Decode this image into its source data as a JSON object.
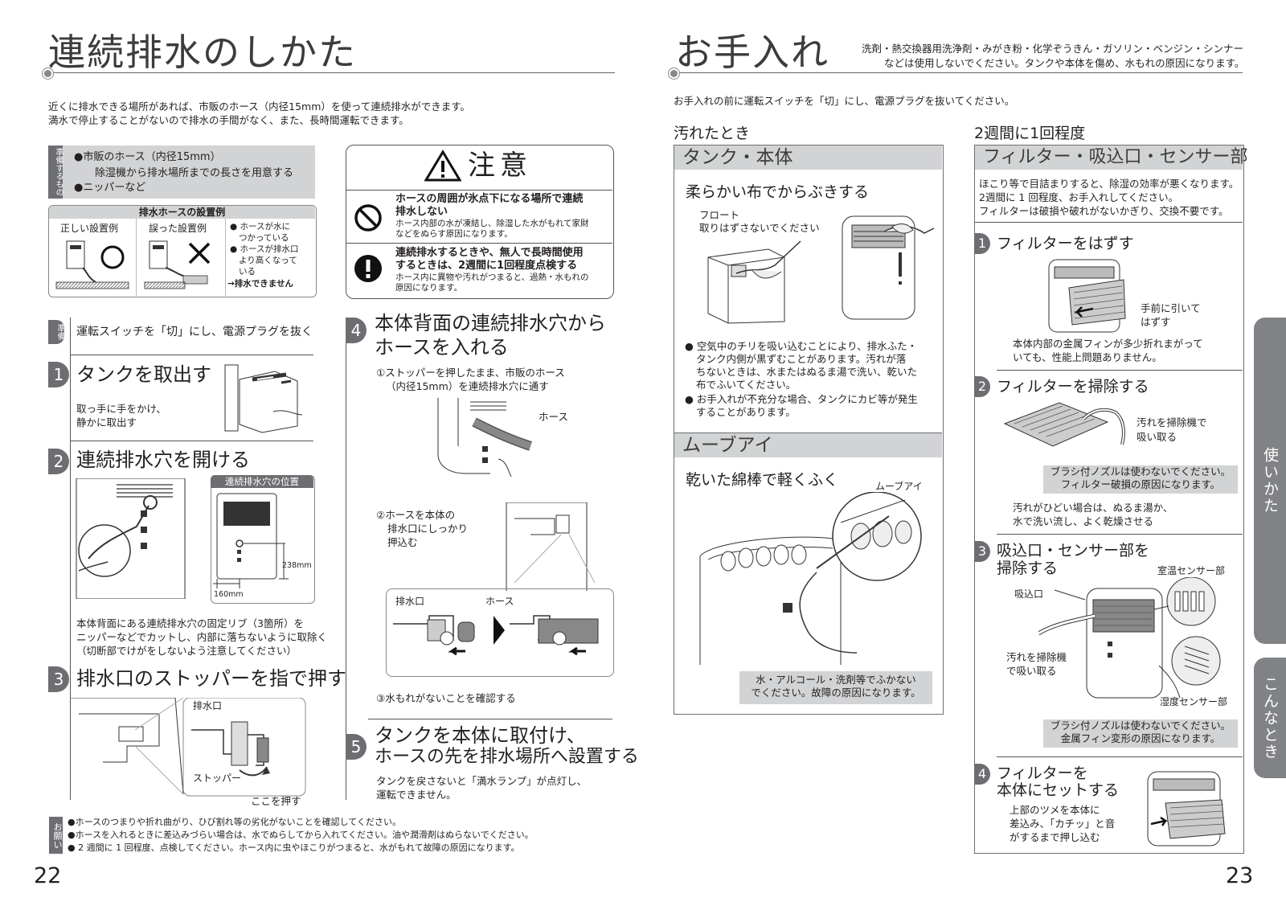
{
  "left": {
    "title": "連続排水のしかた",
    "intro": [
      "近くに排水できる場所があれば、市販のホース（内径15mm）を使って連続排水ができます。",
      "満水で停止することがないので排水の手間がなく、また、長時間運転できます。"
    ],
    "prep": {
      "label": "準備するもの",
      "items": [
        "●市販のホース（内径15mm）",
        "除湿機から排水場所までの長さを用意する",
        "●ニッパーなど"
      ]
    },
    "hose_example": {
      "title": "排水ホースの設置例",
      "correct": "正しい設置例",
      "wrong": "誤った設置例",
      "notes": [
        "● ホースが水に",
        "つかっている",
        "● ホースが排水口",
        "より高くなって",
        "いる",
        "→排水できません"
      ]
    },
    "caution": {
      "title": "注意",
      "item1_title": [
        "ホースの周囲が氷点下になる場所で連続",
        "排水しない"
      ],
      "item1_body": [
        "ホース内部の水が凍結し、除湿した水がもれて家財",
        "などをぬらす原因になります。"
      ],
      "item2_title": [
        "連続排水するときや、無人で長時間使用",
        "するときは、2週間に1回程度点検する"
      ],
      "item2_body": [
        "ホース内に異物や汚れがつまると、過熱・水もれの",
        "原因になります。"
      ]
    },
    "prep_step": {
      "badge": "準備",
      "text": "運転スイッチを「切」にし、電源プラグを抜く"
    },
    "step1": {
      "num": "1",
      "title": "タンクを取出す",
      "body": [
        "取っ手に手をかけ、",
        "静かに取出す"
      ]
    },
    "step2": {
      "num": "2",
      "title": "連続排水穴を開ける",
      "position_label": "連続排水穴の位置",
      "dim_h": "238mm",
      "dim_w": "160mm",
      "body": [
        "本体背面にある連続排水穴の固定リブ（3箇所）を",
        "ニッパーなどでカットし、内部に落ちないように取除く",
        "（切断部でけがをしないよう注意してください）"
      ]
    },
    "step3": {
      "num": "3",
      "title": "排水口のストッパーを指で押す",
      "label_outlet": "排水口",
      "label_stopper": "ストッパー",
      "label_push": "ここを押す"
    },
    "step4": {
      "num": "4",
      "title": [
        "本体背面の連続排水穴から",
        "ホースを入れる"
      ],
      "sub1": [
        "①ストッパーを押したまま、市販のホース",
        "（内径15mm）を連続排水穴に通す"
      ],
      "label_hose": "ホース",
      "sub2": [
        "②ホースを本体の",
        "排水口にしっかり",
        "押込む"
      ],
      "label_outlet": "排水口",
      "label_hose2": "ホース",
      "sub3": "③水もれがないことを確認する"
    },
    "step5": {
      "num": "5",
      "title": [
        "タンクを本体に取付け、",
        "ホースの先を排水場所へ設置する"
      ],
      "body": [
        "タンクを戻さないと「満水ランプ」が点灯し、",
        "運転できません。"
      ]
    },
    "request": {
      "badge": "お願い",
      "items": [
        "●ホースのつまりや折れ曲がり、ひび割れ等の劣化がないことを確認してください。",
        "●ホースを入れるときに差込みづらい場合は、水でぬらしてから入れてください。油や潤滑剤はぬらないでください。",
        "● 2 週間に 1 回程度、点検してください。ホース内に虫やほこりがつまると、水がもれて故障の原因になります。"
      ]
    },
    "page_number": "22"
  },
  "right": {
    "title": "お手入れ",
    "warning": [
      "洗剤・熱交換器用洗浄剤・みがき粉・化学ぞうきん・ガソリン・ベンジン・シンナー",
      "などは使用しないでください。タンクや本体を傷め、水もれの原因になります。"
    ],
    "intro": "お手入れの前に運転スイッチを「切」にし、電源プラグを抜いてください。",
    "dirty": {
      "heading": "汚れたとき",
      "tank_head": "タンク・本体",
      "tank_sub": "柔らかい布でからぶきする",
      "float_label": [
        "フロート",
        "取りはずさないでください"
      ],
      "tank_notes": [
        "● 空気中のチリを吸い込むことにより、排水ふた・",
        "タンク内側が黒ずむことがあります。汚れが落",
        "ちないときは、水またはぬるま湯で洗い、乾いた",
        "布でふいてください。",
        "● お手入れが不充分な場合、タンクにカビ等が発生",
        "することがあります。"
      ],
      "moveeye_head": "ムーブアイ",
      "moveeye_sub": "乾いた綿棒で軽くふく",
      "moveeye_label": "ムーブアイ",
      "moveeye_note": [
        "水・アルコール・洗剤等でふかない",
        "でください。故障の原因になります。"
      ]
    },
    "biweekly": {
      "heading": "2週間に1回程度",
      "head": "フィルター・吸込口・センサー部",
      "intro": [
        "ほこり等で目詰まりすると、除湿の効率が悪くなります。",
        "2週間に 1 回程度、お手入れしてください。",
        "フィルターは破損や破れがないかぎり、交換不要です。"
      ],
      "s1": {
        "num": "1",
        "title": "フィルターをはずす",
        "label": [
          "手前に引いて",
          "はずす"
        ],
        "body": [
          "本体内部の金属フィンが多少折れまがって",
          "いても、性能上問題ありません。"
        ]
      },
      "s2": {
        "num": "2",
        "title": "フィルターを掃除する",
        "label": [
          "汚れを掃除機で",
          "吸い取る"
        ],
        "note": [
          "ブラシ付ノズルは使わないでください。",
          "フィルター破損の原因になります。"
        ],
        "body": [
          "汚れがひどい場合は、ぬるま湯か、",
          "水で洗い流し、よく乾燥させる"
        ]
      },
      "s3": {
        "num": "3",
        "title": [
          "吸込口・センサー部を",
          "掃除する"
        ],
        "label_room": "室温センサー部",
        "label_inlet": "吸込口",
        "label_vac": [
          "汚れを掃除機",
          "で吸い取る"
        ],
        "label_hum": "湿度センサー部",
        "note": [
          "ブラシ付ノズルは使わないでください。",
          "金属フィン変形の原因になります。"
        ]
      },
      "s4": {
        "num": "4",
        "title": [
          "フィルターを",
          "本体にセットする"
        ],
        "body": [
          "上部のツメを本体に",
          "差込み、「カチッ」と音",
          "がするまで押し込む"
        ]
      }
    },
    "tabs": [
      "使いかた",
      "こんなとき"
    ],
    "page_number": "23"
  }
}
